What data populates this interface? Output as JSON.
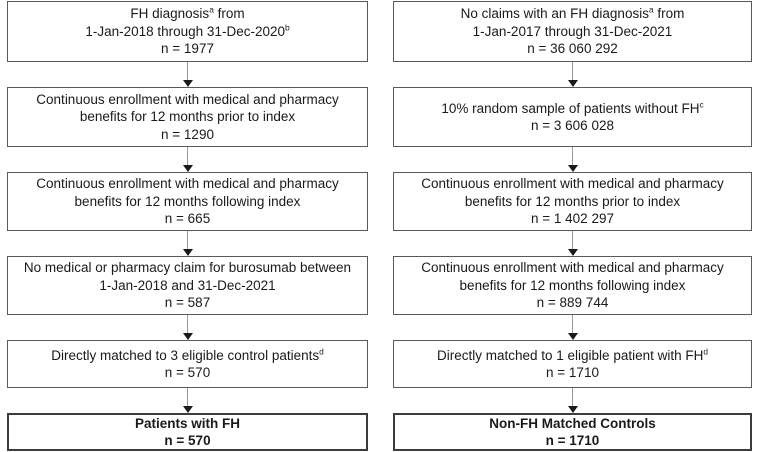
{
  "diagram_title": "Patient selection flow: FH cohort and non-FH matched controls",
  "colors": {
    "background": "#ffffff",
    "box_border": "#595959",
    "final_box_border": "#3d3d3d",
    "text": "#1a1a1a",
    "arrow_stem": "#9a9a9a",
    "arrow_head": "#1a1a1a"
  },
  "columns": [
    {
      "id": "fh-cohort",
      "steps": [
        {
          "height": 61,
          "n": "1977",
          "lines": [
            [
              {
                "t": "FH diagnosis"
              },
              {
                "t": "a",
                "sup": true
              },
              {
                "t": " from"
              }
            ],
            [
              {
                "t": "1-Jan-2018 through 31-Dec-2020"
              },
              {
                "t": "b",
                "sup": true
              }
            ],
            [
              {
                "t": "n = 1977"
              }
            ]
          ]
        },
        {
          "height": 60,
          "n": "1290",
          "lines": [
            [
              {
                "t": "Continuous enrollment with medical and pharmacy"
              }
            ],
            [
              {
                "t": "benefits for 12 months prior to index"
              }
            ],
            [
              {
                "t": "n = 1290"
              }
            ]
          ]
        },
        {
          "height": 59,
          "n": "665",
          "lines": [
            [
              {
                "t": "Continuous enrollment with medical and pharmacy"
              }
            ],
            [
              {
                "t": "benefits for 12 months following index"
              }
            ],
            [
              {
                "t": "n = 665"
              }
            ]
          ]
        },
        {
          "height": 59,
          "n": "587",
          "lines": [
            [
              {
                "t": "No medical or pharmacy claim for burosumab between"
              }
            ],
            [
              {
                "t": "1-Jan-2018 and 31-Dec-2021"
              }
            ],
            [
              {
                "t": "n = 587"
              }
            ]
          ]
        },
        {
          "height": 48,
          "n": "570",
          "lines": [
            [
              {
                "t": "Directly matched to 3 eligible control patients"
              },
              {
                "t": "d",
                "sup": true
              }
            ],
            [
              {
                "t": "n = 570"
              }
            ]
          ]
        },
        {
          "height": 38,
          "final": true,
          "n": "570",
          "lines": [
            [
              {
                "t": "Patients with FH"
              }
            ],
            [
              {
                "t": "n = 570"
              }
            ]
          ]
        }
      ]
    },
    {
      "id": "non-fh-cohort",
      "steps": [
        {
          "height": 61,
          "n": "36 060 292",
          "lines": [
            [
              {
                "t": "No claims with an FH diagnosis"
              },
              {
                "t": "a",
                "sup": true
              },
              {
                "t": " from"
              }
            ],
            [
              {
                "t": "1-Jan-2017 through 31-Dec-2021"
              }
            ],
            [
              {
                "t": "n = 36 060 292"
              }
            ]
          ]
        },
        {
          "height": 60,
          "n": "3 606 028",
          "lines": [
            [
              {
                "t": "10% random sample of patients without FH"
              },
              {
                "t": "c",
                "sup": true
              }
            ],
            [
              {
                "t": "n = 3 606 028"
              }
            ]
          ]
        },
        {
          "height": 59,
          "n": "1 402 297",
          "lines": [
            [
              {
                "t": "Continuous enrollment with medical and pharmacy"
              }
            ],
            [
              {
                "t": "benefits for 12 months prior to index"
              }
            ],
            [
              {
                "t": "n = 1 402 297"
              }
            ]
          ]
        },
        {
          "height": 59,
          "n": "889 744",
          "lines": [
            [
              {
                "t": "Continuous enrollment with medical and pharmacy"
              }
            ],
            [
              {
                "t": "benefits for 12 months following index"
              }
            ],
            [
              {
                "t": "n = 889 744"
              }
            ]
          ]
        },
        {
          "height": 48,
          "n": "1710",
          "lines": [
            [
              {
                "t": "Directly matched to 1 eligible patient with FH"
              },
              {
                "t": "d",
                "sup": true
              }
            ],
            [
              {
                "t": "n = 1710"
              }
            ]
          ]
        },
        {
          "height": 38,
          "final": true,
          "n": "1710",
          "lines": [
            [
              {
                "t": "Non-FH Matched Controls"
              }
            ],
            [
              {
                "t": "n = 1710"
              }
            ]
          ]
        }
      ]
    }
  ]
}
